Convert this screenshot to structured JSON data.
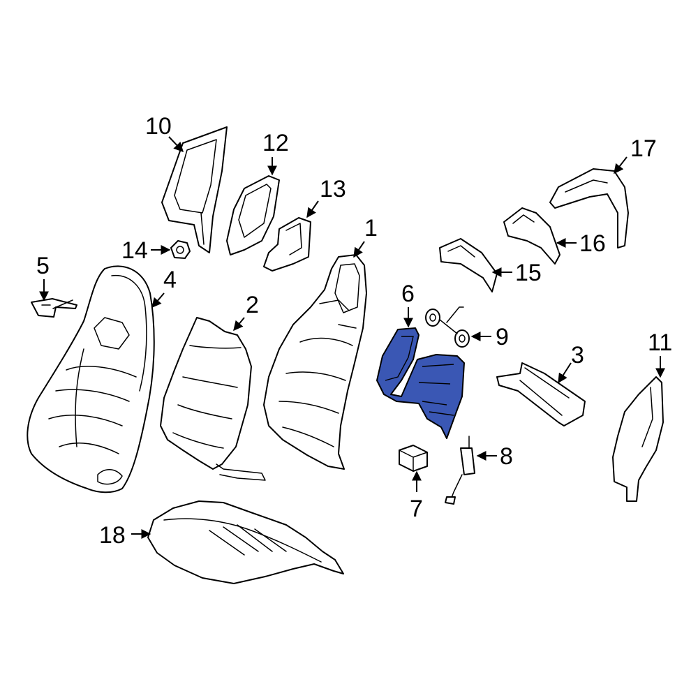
{
  "colors": {
    "line": "#000000",
    "background": "#ffffff",
    "highlight": "#3a57b4"
  },
  "highlighted_part": "6",
  "callouts": {
    "c1": "1",
    "c2": "2",
    "c3": "3",
    "c4": "4",
    "c5": "5",
    "c6": "6",
    "c7": "7",
    "c8": "8",
    "c9": "9",
    "c10": "10",
    "c11": "11",
    "c12": "12",
    "c13": "13",
    "c14": "14",
    "c15": "15",
    "c16": "16",
    "c17": "17",
    "c18": "18"
  }
}
